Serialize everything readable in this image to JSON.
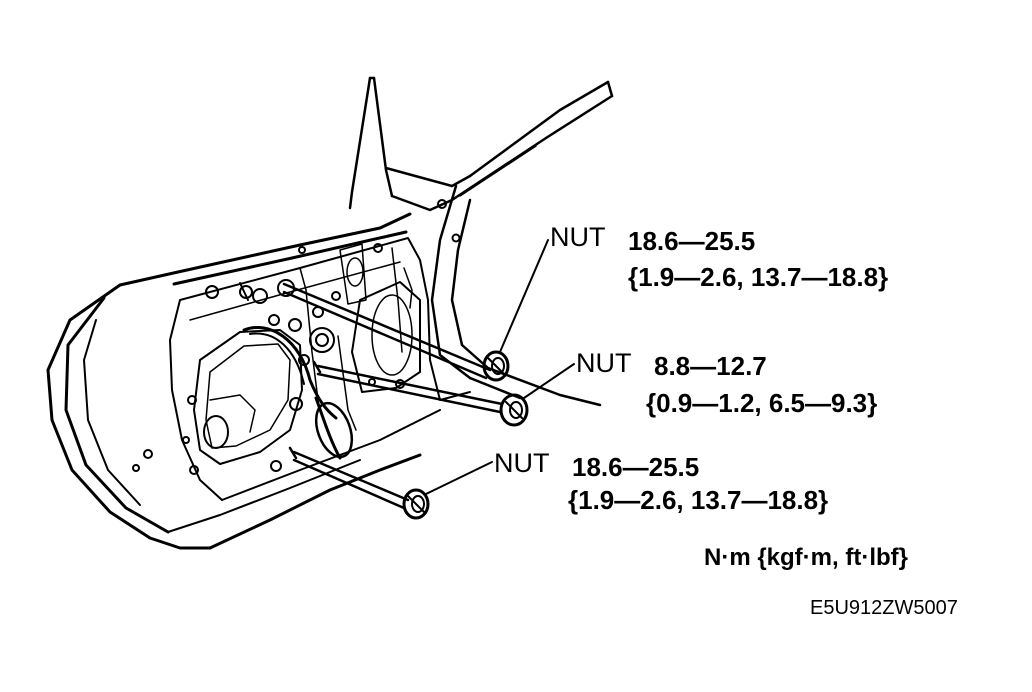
{
  "callouts": [
    {
      "part": "NUT",
      "torque_nm": "18.6—25.5",
      "torque_alt": "{1.9—2.6, 13.7—18.8}"
    },
    {
      "part": "NUT",
      "torque_nm": "8.8—12.7",
      "torque_alt": "{0.9—1.2, 6.5—9.3}"
    },
    {
      "part": "NUT",
      "torque_nm": "18.6—25.5",
      "torque_alt": "{1.9—2.6, 13.7—18.8}"
    }
  ],
  "units": "N·m {kgf·m, ft·lbf}",
  "figure_code": "E5U912ZW5007",
  "colors": {
    "line": "#000000",
    "background": "#ffffff"
  },
  "icons": {
    "nut": "nut-icon"
  }
}
